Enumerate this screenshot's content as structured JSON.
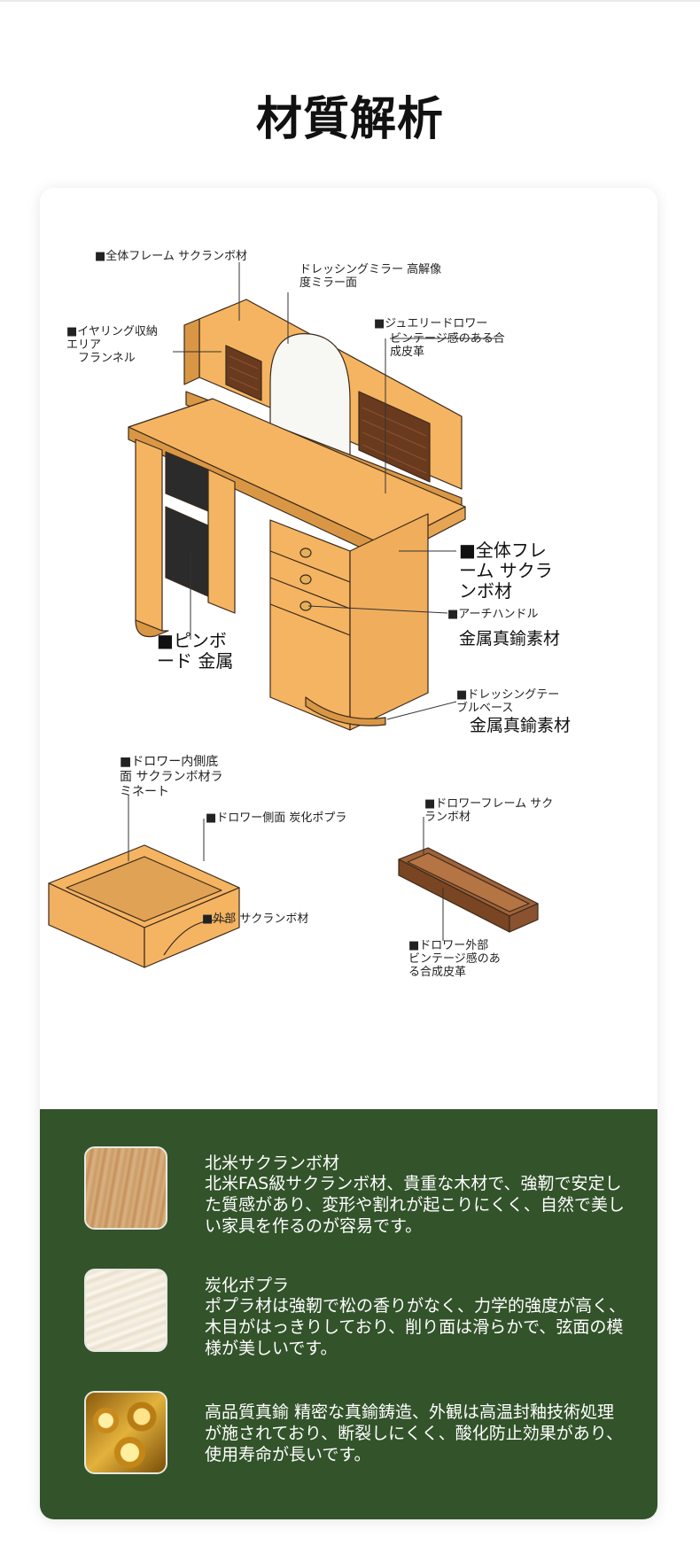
{
  "page": {
    "title": "材質解析"
  },
  "diagram": {
    "labels": {
      "frame_top": "■全体フレーム サクランボ材",
      "mirror": "ドレッシングミラー 高解像\n度ミラー面",
      "earring": "■イヤリング収納\nエリア\n　フランネル",
      "jewelry_drawer": "■ジュエリードロワー",
      "jewelry_drawer_sub": "ビンテージ感のある合\n成皮革",
      "frame_side": "■全体フレ\nーム サクラ\nンボ材",
      "arch_handle": "■アーチハンドル",
      "arch_handle_sub": "金属真鍮素材",
      "pinboard": "■ピンボ\nード 金属",
      "table_base": "■ドレッシングテー\nブルベース",
      "table_base_sub": "金属真鍮素材",
      "drawer_inner": "■ドロワー内側底\n面 サクランボ材ラ\nミネート",
      "drawer_side": "■ドロワー側面 炭化ポプラ",
      "drawer_outer": "■外部 サクランボ材",
      "drawer_frame": "■ドロワーフレーム サク\nランボ材",
      "drawer_exterior": "■ドロワー外部\nビンテージ感のあ\nる合成皮革"
    }
  },
  "materials": [
    {
      "name": "北米サクランボ材",
      "description": "北米FAS級サクランボ材、貴重な木材で、強靭で安定した質感があり、変形や割れが起こりにくく、自然で美しい家具を作るのが容易です。",
      "swatch": "cherry-wood-swatch"
    },
    {
      "name": "炭化ポプラ",
      "description": "ポプラ材は強靭で松の香りがなく、力学的強度が高く、木目がはっきりしており、削り面は滑らかで、弦面の模様が美しいです。",
      "swatch": "poplar-swatch"
    },
    {
      "name": "",
      "description": "高品質真鍮 精密な真鍮鋳造、外観は高温封釉技術処理が施されており、断裂しにくく、酸化防止効果があり、使用寿命が長いです。",
      "swatch": "brass-swatch"
    }
  ],
  "colors": {
    "wood": "#f5b462",
    "wood_dark": "#d99745",
    "leather": "#6a3a1e",
    "green_panel": "#33532b"
  }
}
